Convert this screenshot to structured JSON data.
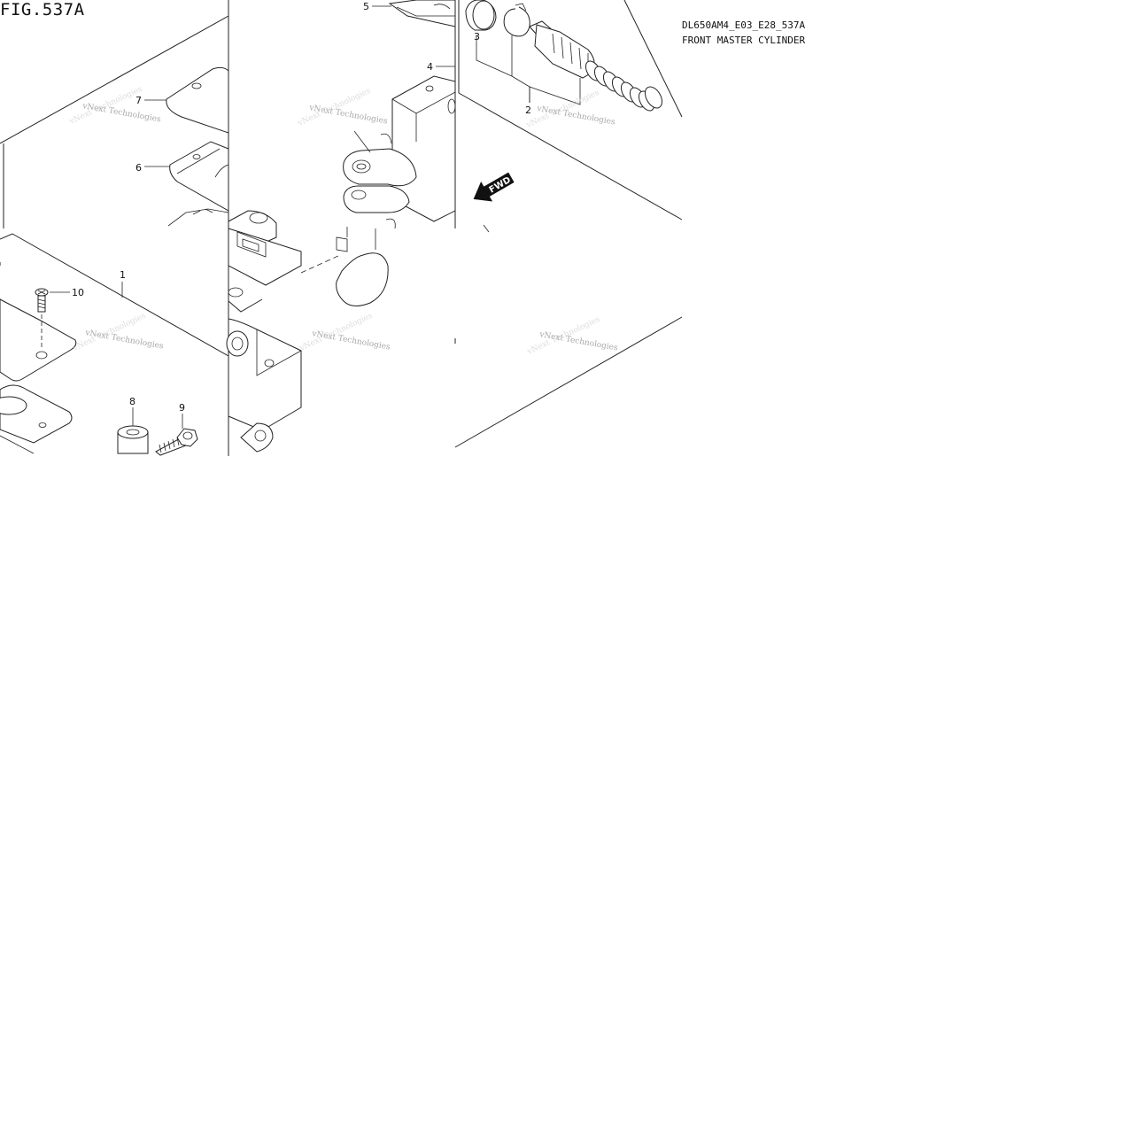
{
  "figure": {
    "number": "FIG.537A",
    "code": "DL650AM4_E03_E28_537A",
    "title": "FRONT MASTER CYLINDER"
  },
  "callouts": [
    "1",
    "2",
    "3",
    "4",
    "5",
    "6",
    "7",
    "8",
    "9",
    "10"
  ],
  "direction_marker": "FWD",
  "watermark": "vNext Technologies"
}
